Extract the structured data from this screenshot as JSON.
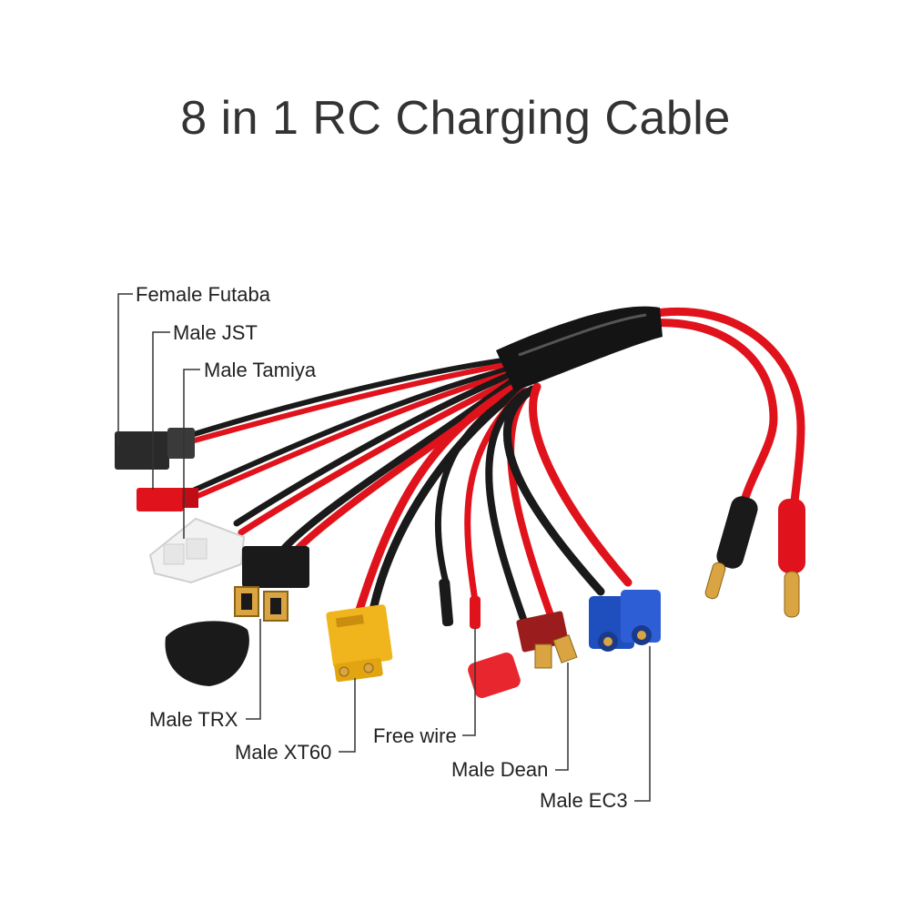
{
  "title": "8 in 1 RC Charging Cable",
  "labels": {
    "female_futaba": "Female Futaba",
    "male_jst": "Male JST",
    "male_tamiya": "Male Tamiya",
    "male_trx": "Male TRX",
    "male_xt60": "Male XT60",
    "free_wire": "Free wire",
    "male_dean": "Male Dean",
    "male_ec3": "Male EC3"
  },
  "colors": {
    "wire_red": "#e0121b",
    "wire_black": "#1a1a1a",
    "xt60_yellow": "#f0b41c",
    "ec3_blue": "#1f4fbf",
    "dean_red": "#9a1c1c",
    "banana_gold": "#d9a441",
    "tamiya_white": "#f2f2f2",
    "leader_line": "#333333"
  }
}
